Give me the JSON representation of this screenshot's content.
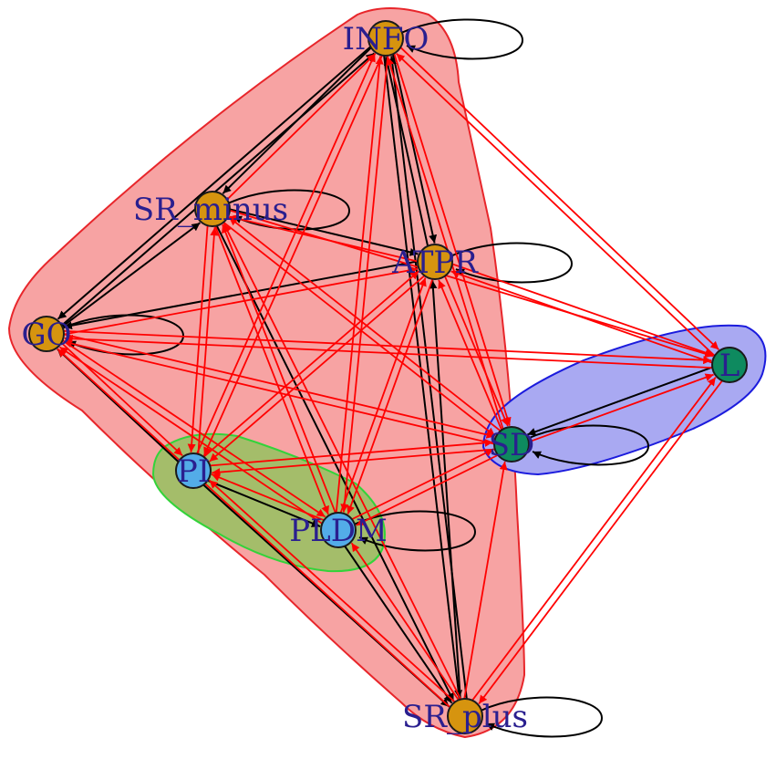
{
  "colors": {
    "group_red_fill": "#f7a3a3",
    "group_red_stroke": "#e8262b",
    "group_blue_fill": "#a9a9f2",
    "group_blue_stroke": "#1b1bdd",
    "group_green_fill": "#a4bd6a",
    "group_green_stroke": "#33d33a",
    "orange_node": "#d6940f",
    "blue_node": "#53ace8",
    "teal_node": "#0e8a5f",
    "edge_red": "#ff0000",
    "edge_black": "#000000"
  },
  "nodes": [
    {
      "id": "INFO",
      "label": "INFO",
      "color": "orange_node"
    },
    {
      "id": "SR_minus",
      "label": "SR_minus",
      "color": "orange_node"
    },
    {
      "id": "ATPR",
      "label": "ATPR",
      "color": "orange_node"
    },
    {
      "id": "GO",
      "label": "GO",
      "color": "orange_node"
    },
    {
      "id": "L",
      "label": "L",
      "color": "teal_node"
    },
    {
      "id": "SD",
      "label": "SD",
      "color": "teal_node"
    },
    {
      "id": "PI",
      "label": "PI",
      "color": "blue_node"
    },
    {
      "id": "PLDM",
      "label": "PLDM",
      "color": "blue_node"
    },
    {
      "id": "SR_plus",
      "label": "SR_plus",
      "color": "orange_node"
    }
  ],
  "groups": [
    {
      "name": "red-group",
      "members": [
        "INFO",
        "SR_minus",
        "ATPR",
        "GO",
        "SD",
        "PI",
        "PLDM",
        "SR_plus"
      ],
      "fill": "group_red_fill",
      "stroke": "group_red_stroke"
    },
    {
      "name": "blue-group",
      "members": [
        "SD",
        "L"
      ],
      "fill": "group_blue_fill",
      "stroke": "group_blue_stroke"
    },
    {
      "name": "green-group",
      "members": [
        "PI",
        "PLDM"
      ],
      "fill": "group_green_fill",
      "stroke": "group_green_stroke"
    }
  ],
  "edges": [
    {
      "from": "INFO",
      "to": "INFO",
      "color": "edge_black"
    },
    {
      "from": "SR_minus",
      "to": "SR_minus",
      "color": "edge_black"
    },
    {
      "from": "ATPR",
      "to": "ATPR",
      "color": "edge_black"
    },
    {
      "from": "GO",
      "to": "GO",
      "color": "edge_black"
    },
    {
      "from": "SD",
      "to": "SD",
      "color": "edge_black"
    },
    {
      "from": "PLDM",
      "to": "PLDM",
      "color": "edge_black"
    },
    {
      "from": "SR_plus",
      "to": "SR_plus",
      "color": "edge_black"
    },
    {
      "from": "GO",
      "to": "INFO",
      "color": "edge_black"
    },
    {
      "from": "INFO",
      "to": "GO",
      "color": "edge_black"
    },
    {
      "from": "GO",
      "to": "SR_minus",
      "color": "edge_black"
    },
    {
      "from": "INFO",
      "to": "SR_minus",
      "color": "edge_black"
    },
    {
      "from": "INFO",
      "to": "ATPR",
      "color": "edge_black"
    },
    {
      "from": "ATPR",
      "to": "INFO",
      "color": "edge_black"
    },
    {
      "from": "ATPR",
      "to": "GO",
      "color": "edge_black"
    },
    {
      "from": "SR_minus",
      "to": "ATPR",
      "color": "edge_black"
    },
    {
      "from": "PI",
      "to": "GO",
      "color": "edge_black"
    },
    {
      "from": "INFO",
      "to": "SR_plus",
      "color": "edge_black"
    },
    {
      "from": "SR_plus",
      "to": "INFO",
      "color": "edge_black"
    },
    {
      "from": "SR_plus",
      "to": "ATPR",
      "color": "edge_black"
    },
    {
      "from": "SR_minus",
      "to": "SR_plus",
      "color": "edge_black"
    },
    {
      "from": "PI",
      "to": "SR_plus",
      "color": "edge_black"
    },
    {
      "from": "PI",
      "to": "PLDM",
      "color": "edge_black"
    },
    {
      "from": "PLDM",
      "to": "SR_plus",
      "color": "edge_black"
    },
    {
      "from": "L",
      "to": "SD",
      "color": "edge_black"
    },
    {
      "from": "SR_minus",
      "to": "INFO",
      "color": "edge_red"
    },
    {
      "from": "GO",
      "to": "ATPR",
      "color": "edge_red"
    },
    {
      "from": "PI",
      "to": "INFO",
      "color": "edge_red"
    },
    {
      "from": "PLDM",
      "to": "INFO",
      "color": "edge_red"
    },
    {
      "from": "SD",
      "to": "INFO",
      "color": "edge_red"
    },
    {
      "from": "L",
      "to": "INFO",
      "color": "edge_red"
    },
    {
      "from": "PI",
      "to": "SR_minus",
      "color": "edge_red"
    },
    {
      "from": "PLDM",
      "to": "SR_minus",
      "color": "edge_red"
    },
    {
      "from": "SD",
      "to": "SR_minus",
      "color": "edge_red"
    },
    {
      "from": "SR_plus",
      "to": "SR_minus",
      "color": "edge_red"
    },
    {
      "from": "ATPR",
      "to": "SR_minus",
      "color": "edge_red"
    },
    {
      "from": "PI",
      "to": "ATPR",
      "color": "edge_red"
    },
    {
      "from": "PLDM",
      "to": "ATPR",
      "color": "edge_red"
    },
    {
      "from": "SD",
      "to": "ATPR",
      "color": "edge_red"
    },
    {
      "from": "L",
      "to": "ATPR",
      "color": "edge_red"
    },
    {
      "from": "ATPR",
      "to": "L",
      "color": "edge_red"
    },
    {
      "from": "ATPR",
      "to": "SD",
      "color": "edge_red"
    },
    {
      "from": "ATPR",
      "to": "PI",
      "color": "edge_red"
    },
    {
      "from": "ATPR",
      "to": "PLDM",
      "color": "edge_red"
    },
    {
      "from": "L",
      "to": "GO",
      "color": "edge_red"
    },
    {
      "from": "SD",
      "to": "GO",
      "color": "edge_red"
    },
    {
      "from": "PLDM",
      "to": "GO",
      "color": "edge_red"
    },
    {
      "from": "SR_plus",
      "to": "GO",
      "color": "edge_red"
    },
    {
      "from": "GO",
      "to": "PI",
      "color": "edge_red"
    },
    {
      "from": "GO",
      "to": "SD",
      "color": "edge_red"
    },
    {
      "from": "GO",
      "to": "L",
      "color": "edge_red"
    },
    {
      "from": "GO",
      "to": "PLDM",
      "color": "edge_red"
    },
    {
      "from": "INFO",
      "to": "L",
      "color": "edge_red"
    },
    {
      "from": "INFO",
      "to": "PI",
      "color": "edge_red"
    },
    {
      "from": "INFO",
      "to": "PLDM",
      "color": "edge_red"
    },
    {
      "from": "INFO",
      "to": "SD",
      "color": "edge_red"
    },
    {
      "from": "SR_minus",
      "to": "PI",
      "color": "edge_red"
    },
    {
      "from": "SR_minus",
      "to": "PLDM",
      "color": "edge_red"
    },
    {
      "from": "SR_minus",
      "to": "SD",
      "color": "edge_red"
    },
    {
      "from": "SR_minus",
      "to": "L",
      "color": "edge_red"
    },
    {
      "from": "SD",
      "to": "L",
      "color": "edge_red"
    },
    {
      "from": "SD",
      "to": "PI",
      "color": "edge_red"
    },
    {
      "from": "SD",
      "to": "PLDM",
      "color": "edge_red"
    },
    {
      "from": "PI",
      "to": "SD",
      "color": "edge_red"
    },
    {
      "from": "PLDM",
      "to": "SD",
      "color": "edge_red"
    },
    {
      "from": "SR_plus",
      "to": "SD",
      "color": "edge_red"
    },
    {
      "from": "SR_plus",
      "to": "L",
      "color": "edge_red"
    },
    {
      "from": "SR_plus",
      "to": "PI",
      "color": "edge_red"
    },
    {
      "from": "SR_plus",
      "to": "PLDM",
      "color": "edge_red"
    },
    {
      "from": "L",
      "to": "SR_plus",
      "color": "edge_red"
    },
    {
      "from": "PLDM",
      "to": "PI",
      "color": "edge_red"
    }
  ]
}
